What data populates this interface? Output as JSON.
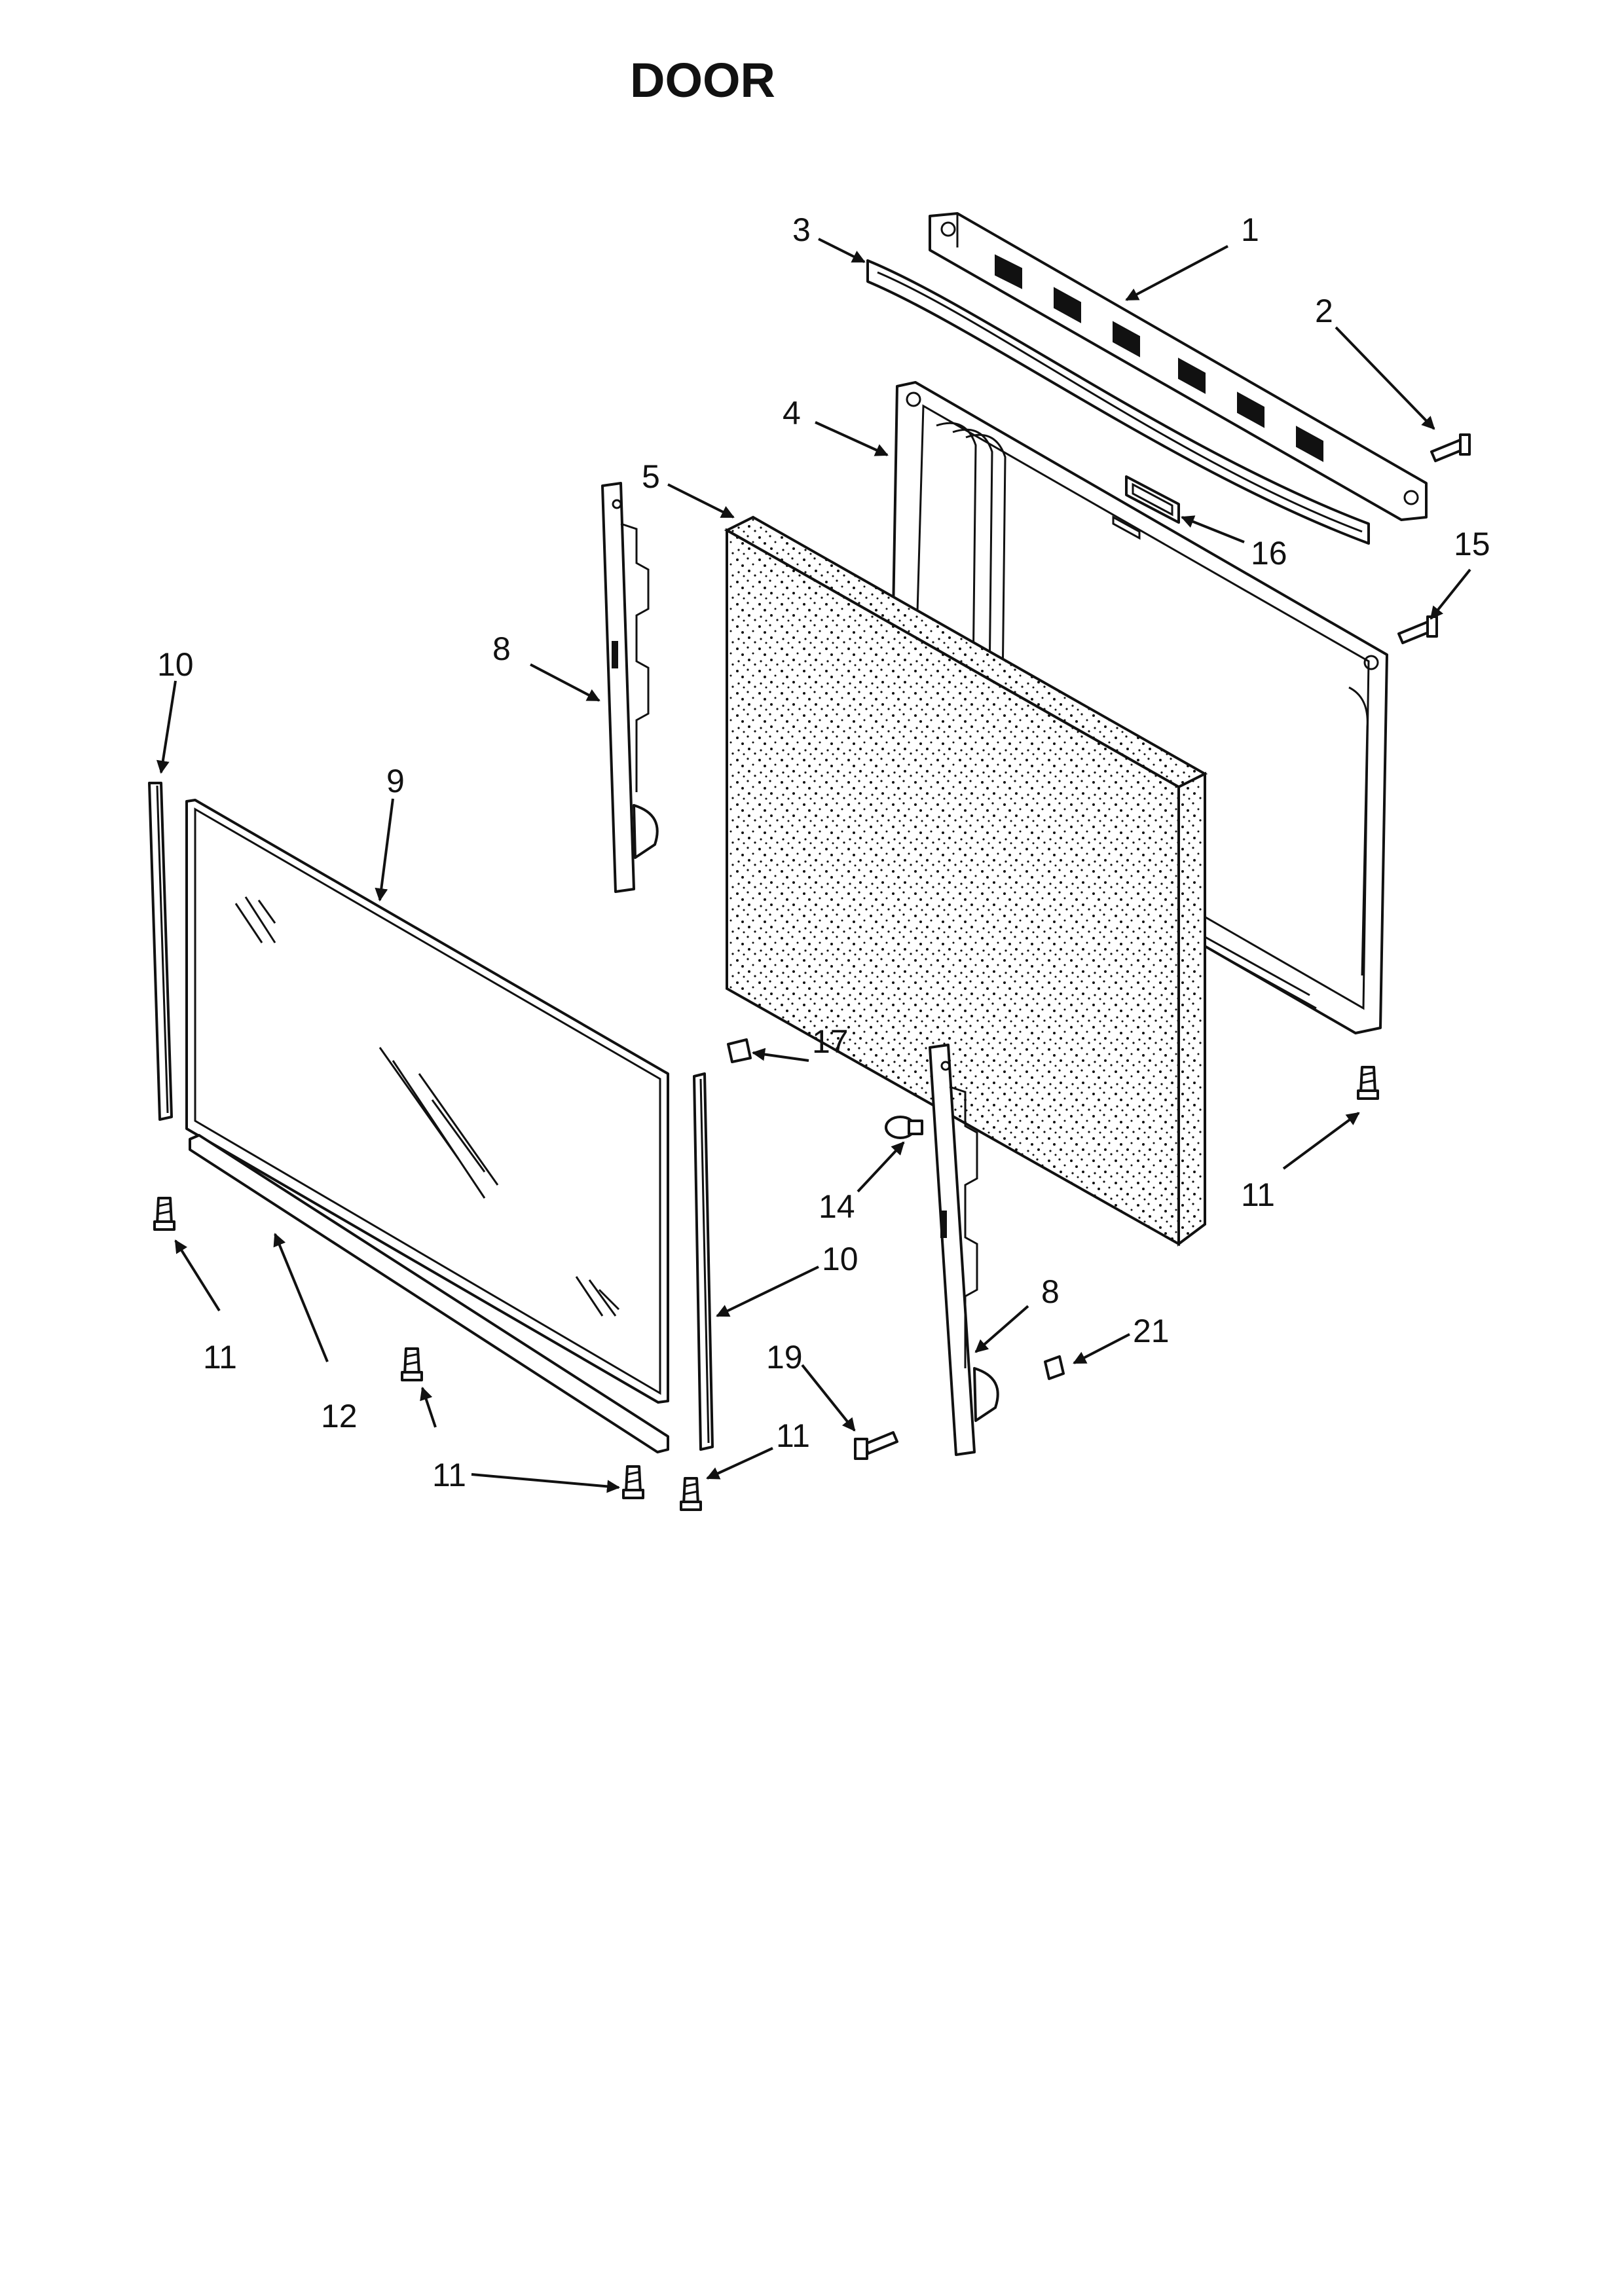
{
  "title": "DOOR",
  "callouts": {
    "c1": "1",
    "c2": "2",
    "c3": "3",
    "c4": "4",
    "c5": "5",
    "c8a": "8",
    "c8b": "8",
    "c9": "9",
    "c10a": "10",
    "c10b": "10",
    "c11a": "11",
    "c11b": "11",
    "c11c": "11",
    "c11d": "11",
    "c12": "12",
    "c14": "14",
    "c15": "15",
    "c16": "16",
    "c17": "17",
    "c19": "19",
    "c21": "21"
  }
}
